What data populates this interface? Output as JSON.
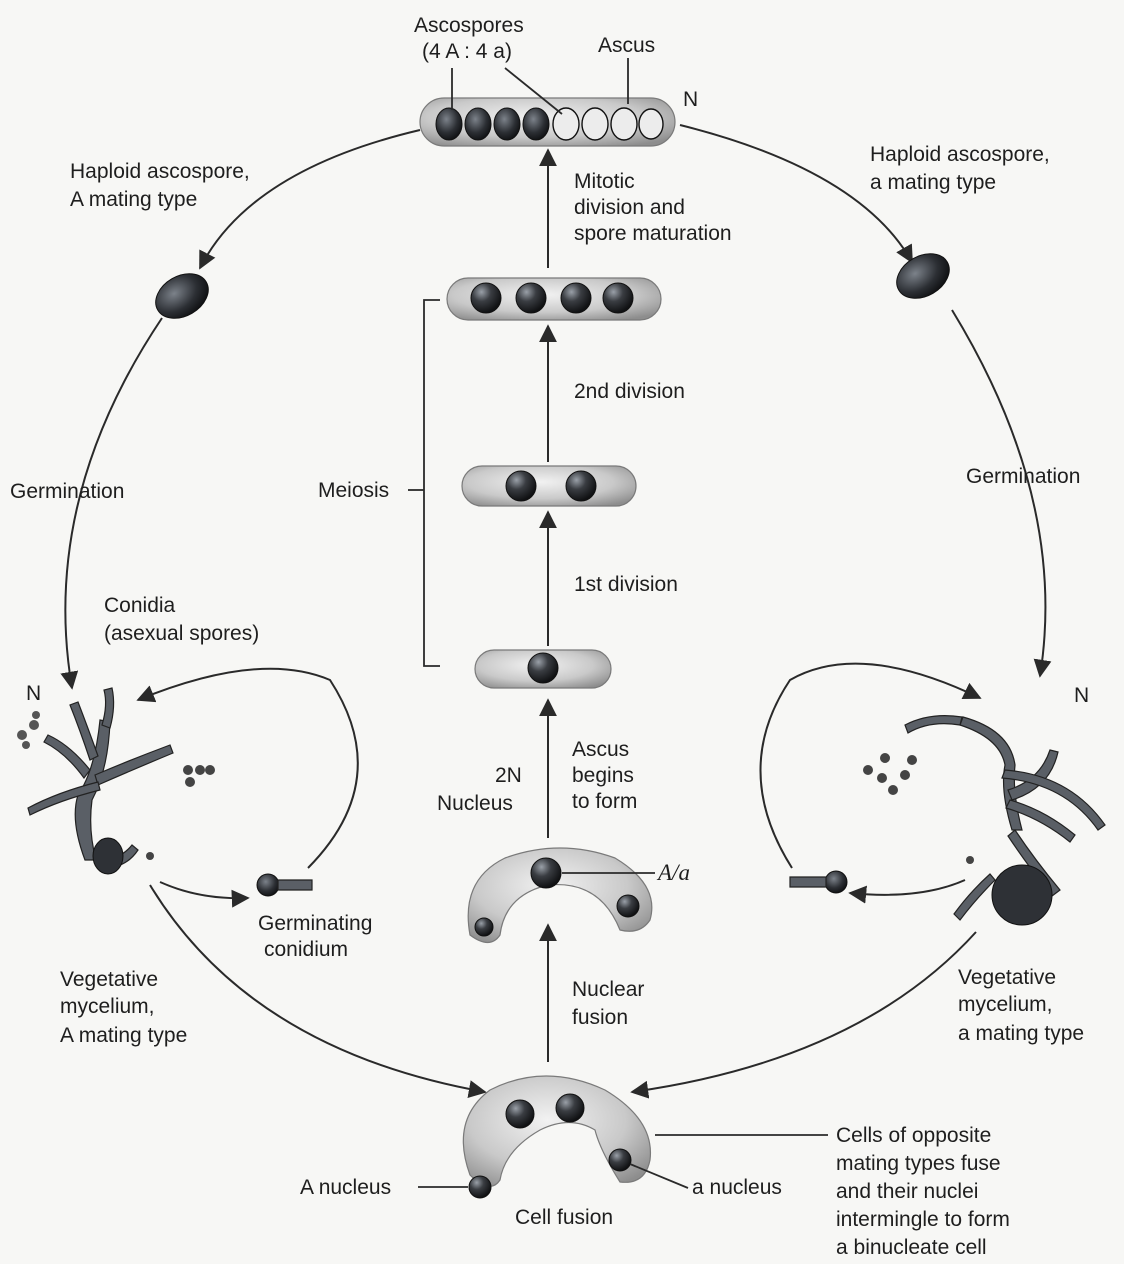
{
  "labels": {
    "ascospores": "Ascospores",
    "ascospores_ratio_a": "(4",
    "ascospores_ratio_b": "A",
    "ascospores_ratio_c": ": 4",
    "ascospores_ratio_d": "a",
    "ascospores_ratio_e": ")",
    "ascus": "Ascus",
    "n_top": "N",
    "haploid_left_1": "Haploid ascospore,",
    "haploid_left_2_it": "A",
    "haploid_left_2": "mating type",
    "haploid_right_1": "Haploid ascospore,",
    "haploid_right_2_it": "a",
    "haploid_right_2": "mating type",
    "mitotic_1": "Mitotic",
    "mitotic_2": "division and",
    "mitotic_3": "spore maturation",
    "second_division": "2nd division",
    "meiosis": "Meiosis",
    "first_division": "1st division",
    "germination_left": "Germination",
    "germination_right": "Germination",
    "conidia_1": "Conidia",
    "conidia_2": "(asexual spores)",
    "n_left": "N",
    "n_right": "N",
    "two_n_1": "2N",
    "two_n_2": "Nucleus",
    "ascus_begins_1": "Ascus",
    "ascus_begins_2": "begins",
    "ascus_begins_3": "to form",
    "a_slash_a": "A/a",
    "germinating_1": "Germinating",
    "germinating_2": "conidium",
    "nuclear_fusion_1": "Nuclear",
    "nuclear_fusion_2": "fusion",
    "veg_left_1": "Vegetative",
    "veg_left_2": "mycelium,",
    "veg_left_3_it": "A",
    "veg_left_3": "mating type",
    "veg_right_1": "Vegetative",
    "veg_right_2": "mycelium,",
    "veg_right_3_it": "a",
    "veg_right_3": "mating type",
    "a_nucleus_left_it": "A",
    "a_nucleus_left": "nucleus",
    "a_nucleus_right_it": "a",
    "a_nucleus_right": "nucleus",
    "cell_fusion": "Cell fusion",
    "cells_opposite_1": "Cells of opposite",
    "cells_opposite_2": "mating types fuse",
    "cells_opposite_3": "and their nuclei",
    "cells_opposite_4": "intermingle to form",
    "cells_opposite_5": "a binucleate cell"
  },
  "icons": {
    "arrow": "arrow-icon",
    "nucleus": "nucleus-icon",
    "spore": "spore-icon",
    "mycelium": "mycelium-icon"
  }
}
